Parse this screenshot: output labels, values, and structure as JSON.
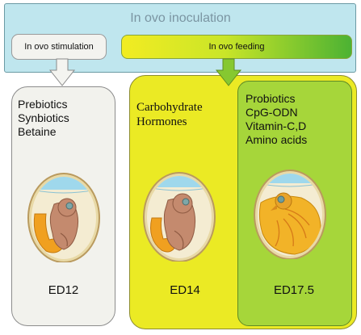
{
  "header": {
    "title": "In ovo inoculation",
    "stimulation_label": "In ovo stimulation",
    "feeding_label": "In ovo feeding"
  },
  "panels": {
    "left": {
      "items": [
        "Prebiotics",
        "Synbiotics",
        "Betaine"
      ],
      "stage": "ED12"
    },
    "middle": {
      "items": [
        "Carbohydrate",
        "Hormones"
      ],
      "stage": "ED14"
    },
    "right": {
      "items": [
        "Probiotics",
        "CpG-ODN",
        "Vitamin-C,D",
        "Amino acids"
      ],
      "stage": "ED17.5"
    }
  },
  "colors": {
    "banner": "#bfe6ee",
    "feeding_gradient_start": "#f2ec22",
    "feeding_gradient_end": "#4cb233",
    "right_panel": "#ebea24",
    "inner_panel": "#a6d63a",
    "left_panel": "#f2f2ed",
    "yolk": "#f0a020"
  },
  "icons": [
    "arrow-down-icon",
    "embryo-ed12-icon",
    "embryo-ed14-icon",
    "embryo-ed17-icon"
  ]
}
